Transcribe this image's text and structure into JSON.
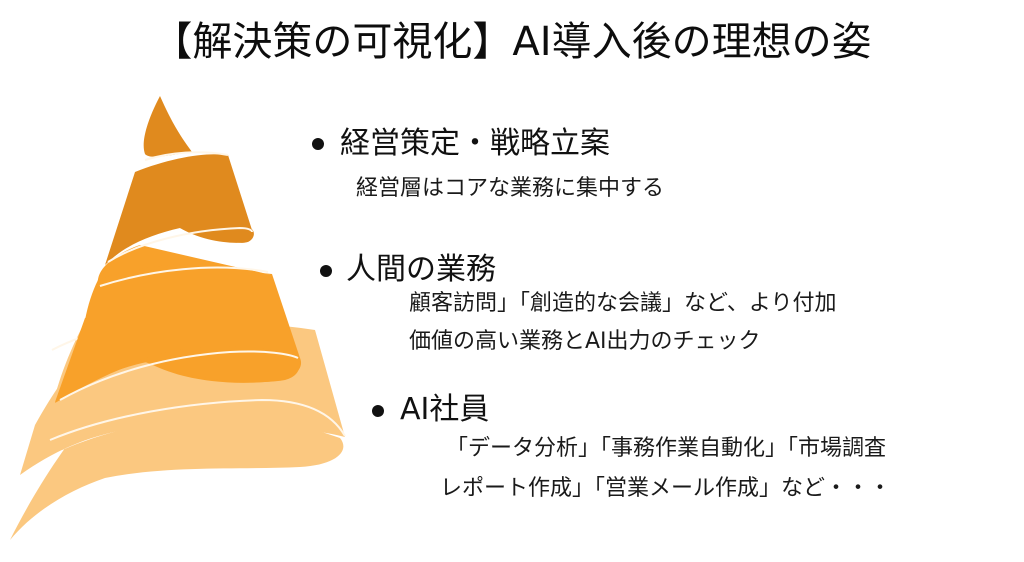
{
  "title": "【解決策の可視化】AI導入後の理想の姿",
  "graphic": {
    "icon": "spiral-cone-icon",
    "colors": {
      "top": "#E08A1E",
      "middle": "#F8A12A",
      "bottom": "#FBC880",
      "edge": "#FFFFFF"
    }
  },
  "bullets": [
    {
      "heading": "経営策定・戦略立案",
      "lines": [
        "経営層はコアな業務に集中する"
      ]
    },
    {
      "heading": "人間の業務",
      "lines": [
        "顧客訪問」「創造的な会議」など、より付加",
        "価値の高い業務とAI出力のチェック"
      ]
    },
    {
      "heading": "AI社員",
      "lines": [
        "「データ分析」「事務作業自動化」「市場調査",
        "レポート作成」「営業メール作成」など・・・"
      ]
    }
  ]
}
